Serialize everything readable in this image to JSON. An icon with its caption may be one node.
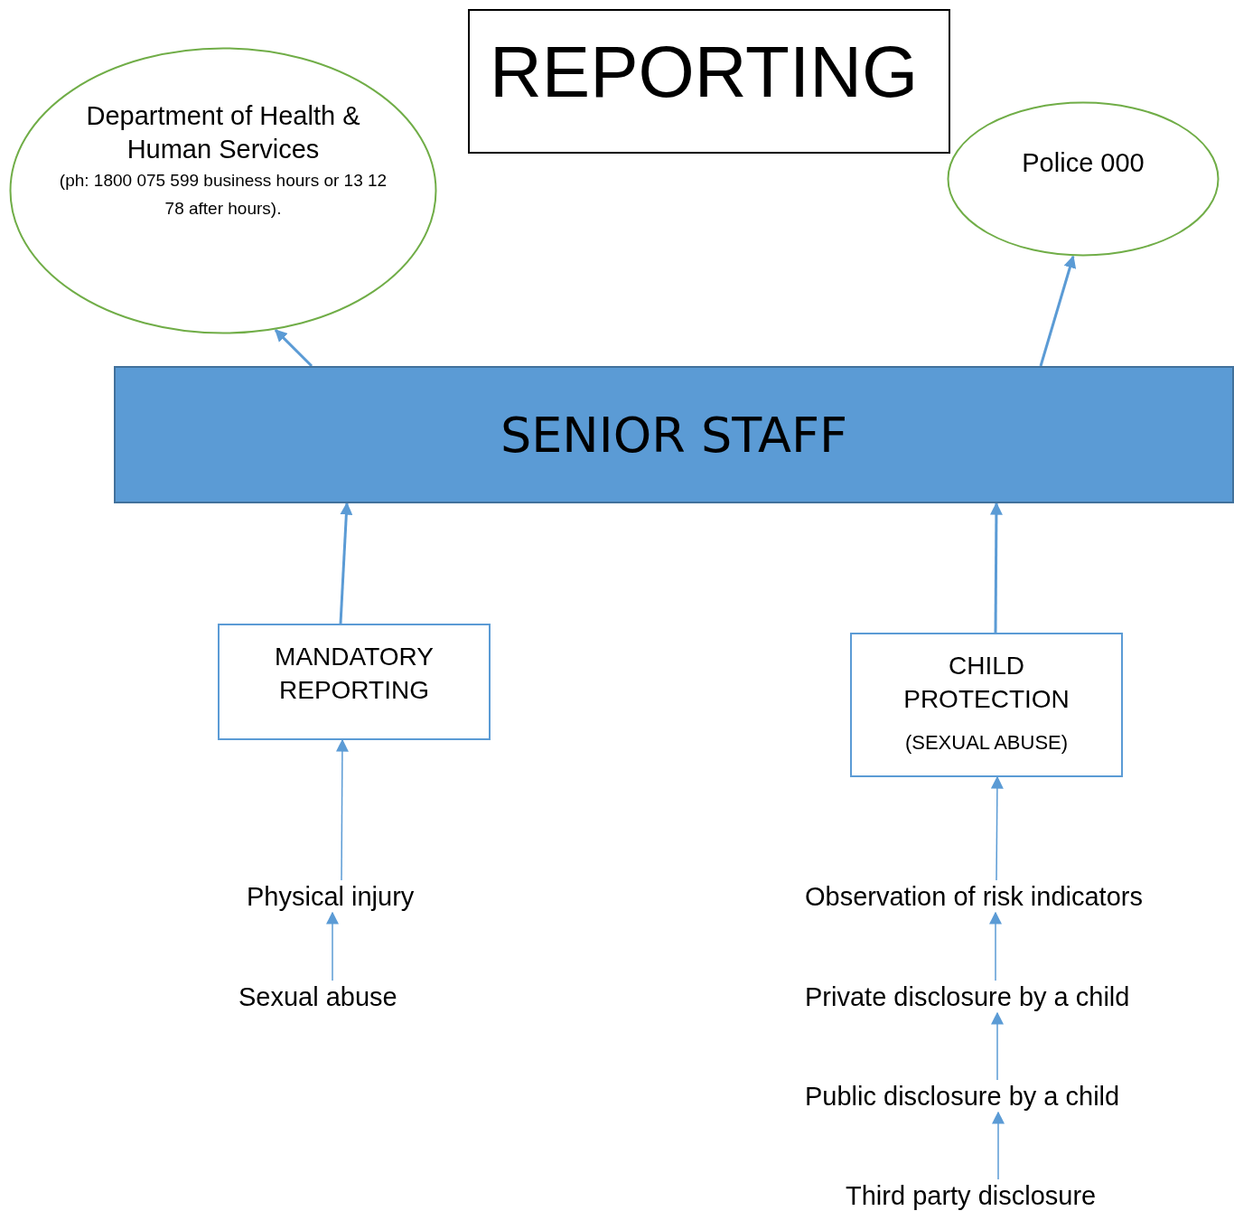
{
  "diagram": {
    "nodes": [
      {
        "text": [
          "REPORTING"
        ]
      },
      {
        "text": [
          "Department of Health & Human Services",
          "(ph: 1800 075 599 business hours or 13 12 78 after hours)."
        ]
      },
      {
        "text": [
          "Police 000"
        ]
      },
      {
        "text": [
          "SENIOR STAFF"
        ]
      },
      {
        "text": [
          "MANDATORY REPORTING"
        ]
      },
      {
        "text": [
          "CHILD PROTECTION",
          "(SEXUAL ABUSE)"
        ]
      },
      {
        "text": [
          "Physical injury"
        ]
      },
      {
        "text": [
          "Sexual abuse"
        ]
      },
      {
        "text": [
          "Observation of risk indicators"
        ]
      },
      {
        "text": [
          "Private disclosure by a child"
        ]
      },
      {
        "text": [
          "Public disclosure by a child"
        ]
      },
      {
        "text": [
          "Third party disclosure"
        ]
      }
    ],
    "edges": [
      {
        "from": 3,
        "to": 1,
        "arrow": "to"
      },
      {
        "from": 3,
        "to": 2,
        "arrow": "to"
      },
      {
        "from": 4,
        "to": 3,
        "arrow": "to"
      },
      {
        "from": 5,
        "to": 3,
        "arrow": "to"
      },
      {
        "from": 6,
        "to": 4,
        "arrow": "to"
      },
      {
        "from": 7,
        "to": 6,
        "arrow": "to"
      },
      {
        "from": 8,
        "to": 5,
        "arrow": "to"
      },
      {
        "from": 9,
        "to": 8,
        "arrow": "to"
      },
      {
        "from": 10,
        "to": 9,
        "arrow": "to"
      },
      {
        "from": 11,
        "to": 10,
        "arrow": "to"
      }
    ]
  }
}
